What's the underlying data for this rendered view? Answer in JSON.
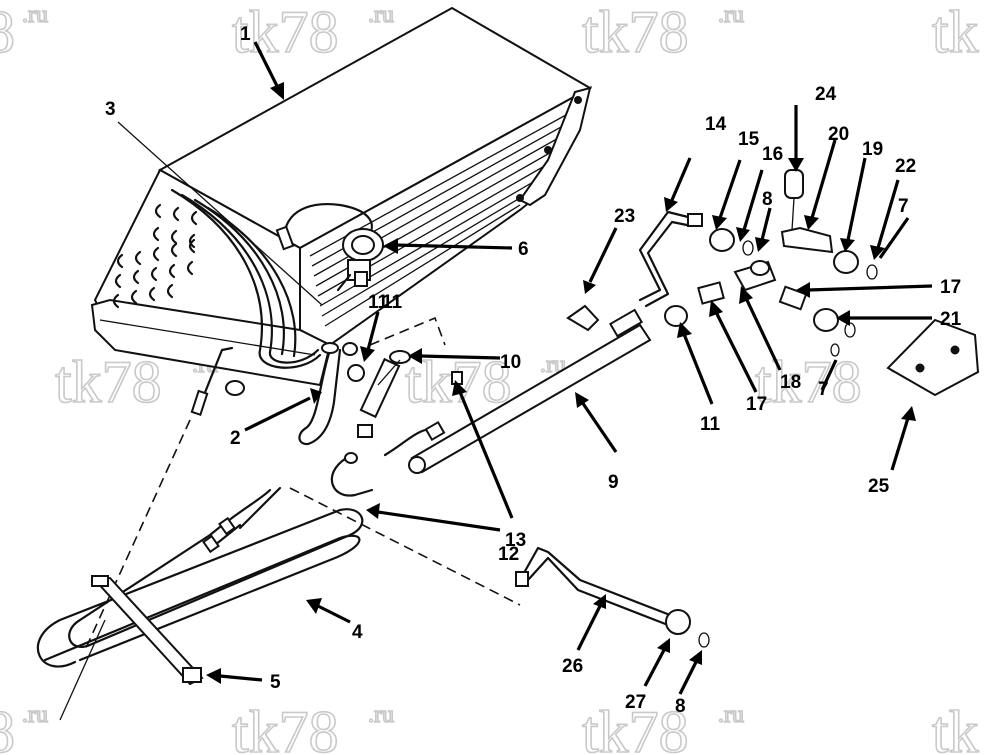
{
  "watermark": {
    "main": "tk78",
    "suffix": ".ru",
    "tail_fragment_left": "8",
    "tail_fragment_right": "tk",
    "color": "#c9c9c9"
  },
  "callouts": [
    "1",
    "2",
    "3",
    "4",
    "5",
    "6",
    "7",
    "7",
    "8",
    "8",
    "9",
    "10",
    "11",
    "11",
    "11",
    "12",
    "13",
    "14",
    "15",
    "16",
    "17",
    "17",
    "18",
    "19",
    "20",
    "21",
    "22",
    "23",
    "24",
    "25",
    "26",
    "27"
  ],
  "colors": {
    "line": "#111111",
    "background": "#ffffff"
  }
}
